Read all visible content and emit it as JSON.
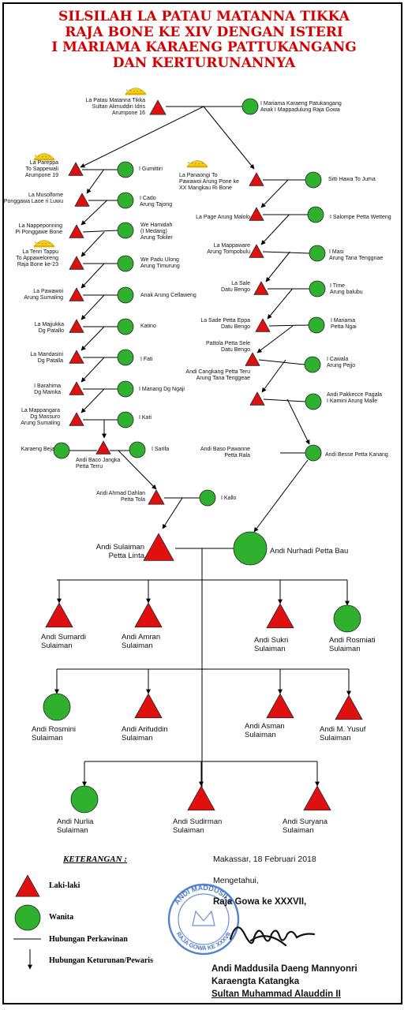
{
  "title": [
    "SILSILAH LA PATAU MATANNA TIKKA",
    "RAJA BONE KE XIV DENGAN ISTERI",
    "I MARIAMA KARAENG PATTUKANGANG",
    "DAN KERTURUNANNYA"
  ],
  "colors": {
    "male": "#e01010",
    "female": "#2fb02f",
    "title": "#d50000",
    "stamp": "#2a63c4"
  },
  "people": {
    "root_m": {
      "label": "La Patau Matanna Tikka\nSultan Alimuddin Idris\nArumpone 16"
    },
    "root_f": {
      "label": "I Mariama Karaeng Patukangang\nAnak I Mappadulung Raja Gowa"
    },
    "l1_m": {
      "label": "La Pareppa\nTo Sappewali\nArumpone 19"
    },
    "l1_f": {
      "label": "I Gumittiri"
    },
    "l2_m": {
      "label": "La Musolfome\nPonggawa Laoe ri Luwu"
    },
    "l2_f": {
      "label": "I Cado\nArung Tajong"
    },
    "l3_m": {
      "label": "La Nappeponning\nPi Ponggawe Bone"
    },
    "l3_f": {
      "label": "We Hamidah\n(I Medang)\nArung Tokiler"
    },
    "l4_m": {
      "label": "La Tenri Tappu\nTo Appaweloreng\nRaja Bone ke-23"
    },
    "l4_f": {
      "label": "We Padu Ulong\nArung Timurung"
    },
    "l5_m": {
      "label": "La Pawawoi\nArung Sumaling"
    },
    "l5_f": {
      "label": "Anak Arung Cellaweng"
    },
    "l6_m": {
      "label": "La Majjukka\nDg Patallo"
    },
    "l6_f": {
      "label": "Katino"
    },
    "l7_m": {
      "label": "La Mandasini\nDg Patalla"
    },
    "l7_f": {
      "label": "I Fati"
    },
    "l8_m": {
      "label": "I Barahima\nDg Mamka"
    },
    "l8_f": {
      "label": "I Manang Dg Ngaji"
    },
    "l9_m": {
      "label": "La Mappangara\nDg Massuro\nArung Sumaling"
    },
    "l9_f": {
      "label": "I Kati"
    },
    "kb_f": {
      "label": "Karaeng Beja"
    },
    "ab_m": {
      "label": "Andi Baco Jangka\nPetta Terru"
    },
    "is_f": {
      "label": "I Sarifa"
    },
    "ad_m": {
      "label": "Andi Ahmad Dahlan\nPetta Tola"
    },
    "ik_f": {
      "label": "I Kallo"
    },
    "r1_m": {
      "label": "La Panaongi To\nPawawoi Arung Pone ke\nXX Mangkau Ri Bone"
    },
    "r1_f": {
      "label": "Sitti Hawa To Juma"
    },
    "r2_m": {
      "label": "La Page Arung Malolo"
    },
    "r2_f": {
      "label": "I Salompe Petta Wetteng"
    },
    "r3_m": {
      "label": "La Mappaware\nArung Tompobulu"
    },
    "r3_f": {
      "label": "I Masi\nArung Tana Tenggnae"
    },
    "r4_m": {
      "label": "La Sale\nDatu Bengo"
    },
    "r4_f": {
      "label": "I Time\nArung balubu"
    },
    "r5_m": {
      "label": "La Sade Petta Eppa\nDatu Bengo"
    },
    "r5_f": {
      "label": "I Mariama\nPetta Ngai"
    },
    "r6_m": {
      "label": "Pattola Petta Sele\nDatu Bengo"
    },
    "r6_f": {
      "label": "I Cawala\nArung Pejjo"
    },
    "r7_m": {
      "label": "Andi Cangkang Petta Teru\nArung Tana Tenggeae"
    },
    "r7_f": {
      "label": "Andi Pakkecce Pagala\nI Kamini Arung Malle"
    },
    "r8_m": {
      "label": "Andi Baso Pawanne\nPetta Rala"
    },
    "r8_f": {
      "label": "Andi Besse Petta Kanang"
    },
    "main_m": {
      "label": "Andi Sulaiman\nPetta Linta"
    },
    "main_f": {
      "label": "Andi Nurhadi Petta Bau"
    }
  },
  "children": [
    {
      "name": "Andi Sumardi\nSulaiman",
      "sex": "m"
    },
    {
      "name": "Andi Amran\nSulaiman",
      "sex": "m"
    },
    {
      "name": "Andi Sukri\nSulaiman",
      "sex": "m"
    },
    {
      "name": "Andi Rosmiati\nSulaiman",
      "sex": "f"
    },
    {
      "name": "Andi Rosmini\nSulaiman",
      "sex": "f"
    },
    {
      "name": "Andi Arifuddin\nSulaiman",
      "sex": "m"
    },
    {
      "name": "Andi Asman\nSulaiman",
      "sex": "m"
    },
    {
      "name": "Andi M. Yusuf\nSulaiman",
      "sex": "m"
    },
    {
      "name": "Andi Nurlia\nSulaiman",
      "sex": "f"
    },
    {
      "name": "Andi Sudirman\nSulaiman",
      "sex": "m"
    },
    {
      "name": "Andi Suryana\nSulaiman",
      "sex": "m"
    }
  ],
  "legend": {
    "heading": "KETERANGAN :",
    "male": "Laki-laki",
    "female": "Wanita",
    "marriage": "Hubungan Perkawinan",
    "descent": "Hubungan Keturunan/Pewaris"
  },
  "signature": {
    "place_date": "Makassar, 18 Februari 2018",
    "knowing": "Mengetahui,",
    "office": "Raja Gowa ke XXXVII,",
    "name1": "Andi Maddusila  Daeng Mannyonri",
    "name2": "Karaengta Katangka",
    "name3": "Sultan Muhammad Alauddin II",
    "stamp_top": "ANDI MADDUSILA",
    "stamp_bottom": "RAJA GOWA KE XXXVII"
  }
}
